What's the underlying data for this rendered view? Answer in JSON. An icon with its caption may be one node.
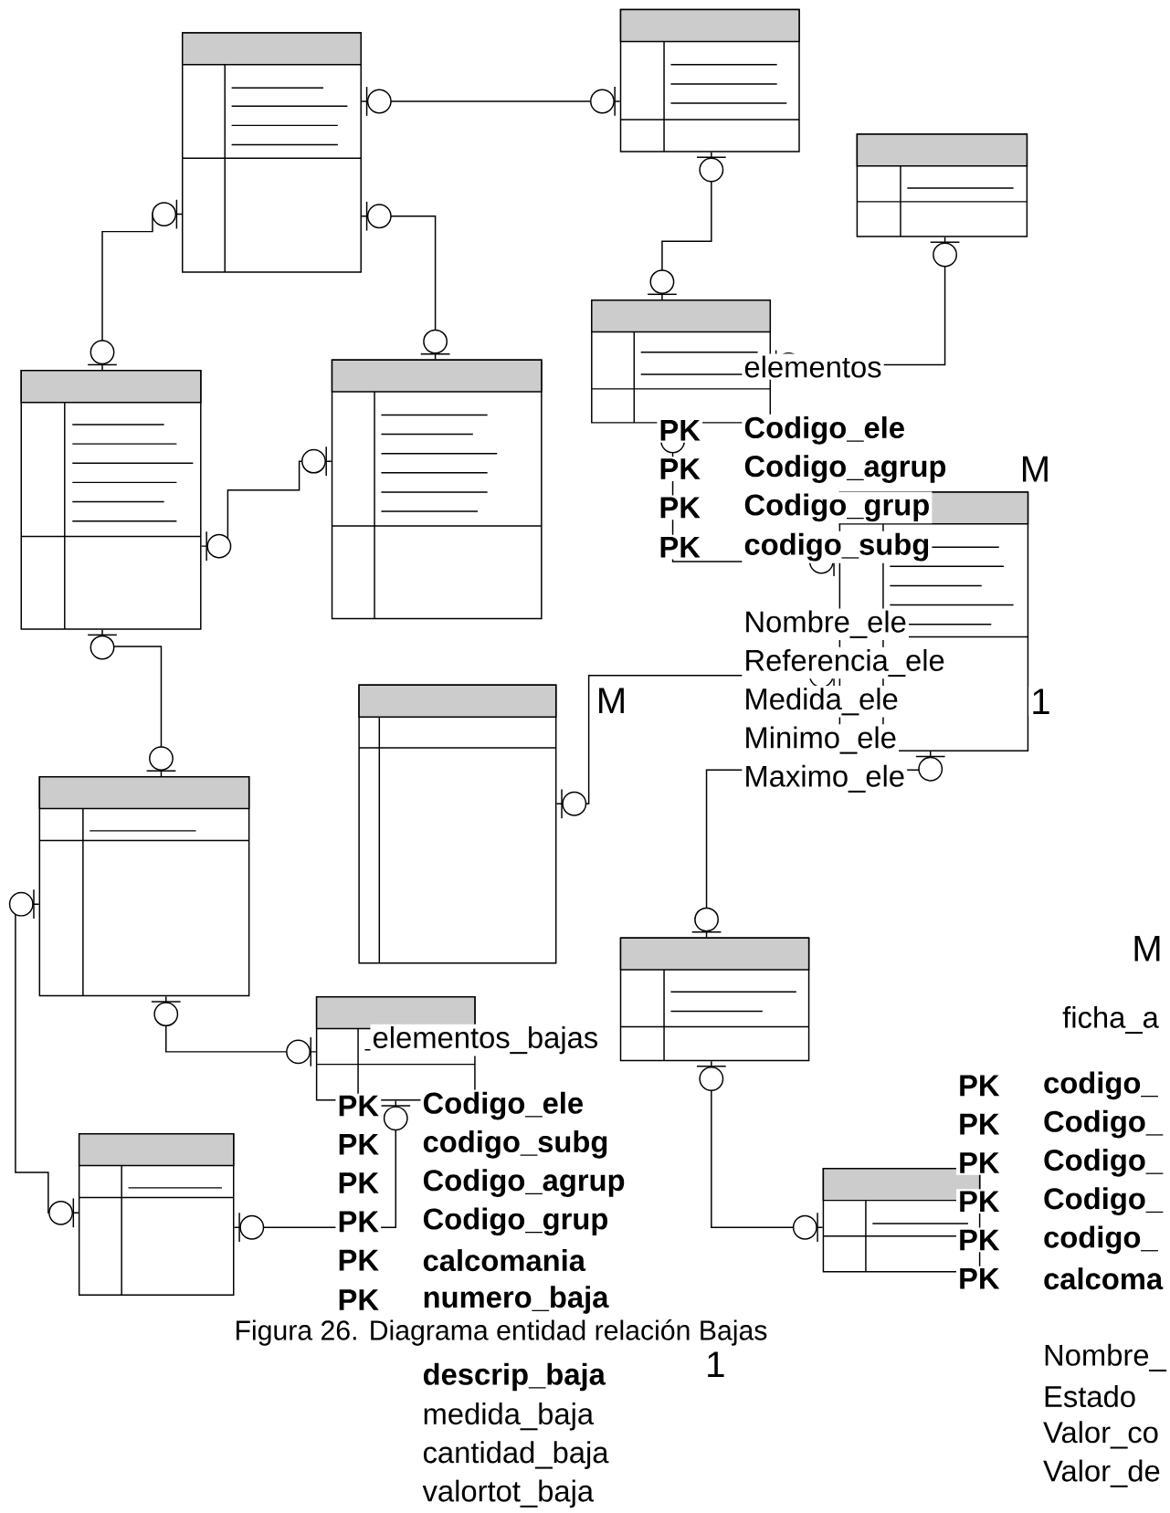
{
  "diagram": {
    "caption": "Figura 26. Diagrama entidad relación Bajas",
    "nodes": [
      {
        "text": [],
        "shape": "box"
      },
      {
        "text": [],
        "shape": "box"
      },
      {
        "text": [],
        "shape": "box"
      },
      {
        "text": [],
        "shape": "box"
      },
      {
        "text": [],
        "shape": "box"
      },
      {
        "text": [],
        "shape": "box"
      },
      {
        "text": [],
        "shape": "box"
      },
      {
        "text": [],
        "shape": "box"
      },
      {
        "text": [],
        "shape": "box"
      },
      {
        "text": [],
        "shape": "box"
      },
      {
        "text": [],
        "shape": "box"
      },
      {
        "text": [],
        "shape": "box"
      },
      {
        "text": [],
        "shape": "box"
      }
    ],
    "edges": [
      {
        "from": 0,
        "to": 1,
        "arrow": "other"
      },
      {
        "from": 1,
        "to": 3,
        "arrow": "other"
      },
      {
        "from": 2,
        "to": 3,
        "arrow": "other"
      },
      {
        "from": 0,
        "to": 4,
        "arrow": "other"
      },
      {
        "from": 0,
        "to": 5,
        "arrow": "other"
      },
      {
        "from": 4,
        "to": 5,
        "arrow": "other"
      },
      {
        "from": 3,
        "to": 6,
        "arrow": "other"
      },
      {
        "from": 7,
        "to": 6,
        "arrow": "other"
      },
      {
        "from": 6,
        "to": 9,
        "arrow": "other"
      },
      {
        "from": 4,
        "to": 8,
        "arrow": "other"
      },
      {
        "from": 8,
        "to": 10,
        "arrow": "other"
      },
      {
        "from": 8,
        "to": 11,
        "arrow": "other"
      },
      {
        "from": 10,
        "to": 11,
        "arrow": "other"
      },
      {
        "from": 9,
        "to": 12,
        "arrow": "other"
      }
    ],
    "labels": [
      "elementos",
      "PK",
      "Codigo_ele",
      "PK",
      "Codigo_agrup",
      "M",
      "PK",
      "Codigo_grup",
      "PK",
      "codigo_subg",
      "Nombre_ele",
      "Referencia_ele",
      "M",
      "Medida_ele",
      "1",
      "Minimo_ele",
      "Maximo_ele",
      "M",
      "ficha_a",
      "elementos_bajas",
      "PK",
      "codigo_",
      "PK",
      "Codigo_ele",
      "PK",
      "Codigo_",
      "PK",
      "codigo_subg",
      "PK",
      "Codigo_",
      "PK",
      "Codigo_agrup",
      "PK",
      "Codigo_",
      "PK",
      "Codigo_grup",
      "PK",
      "codigo_",
      "PK",
      "calcomania",
      "PK",
      "calcoma",
      "PK",
      "numero_baja",
      "1",
      "descrip_baja",
      "Nombre_",
      "medida_baja",
      "Estado",
      "cantidad_baja",
      "Valor_co",
      "valortot_baja",
      "Valor_de"
    ]
  }
}
